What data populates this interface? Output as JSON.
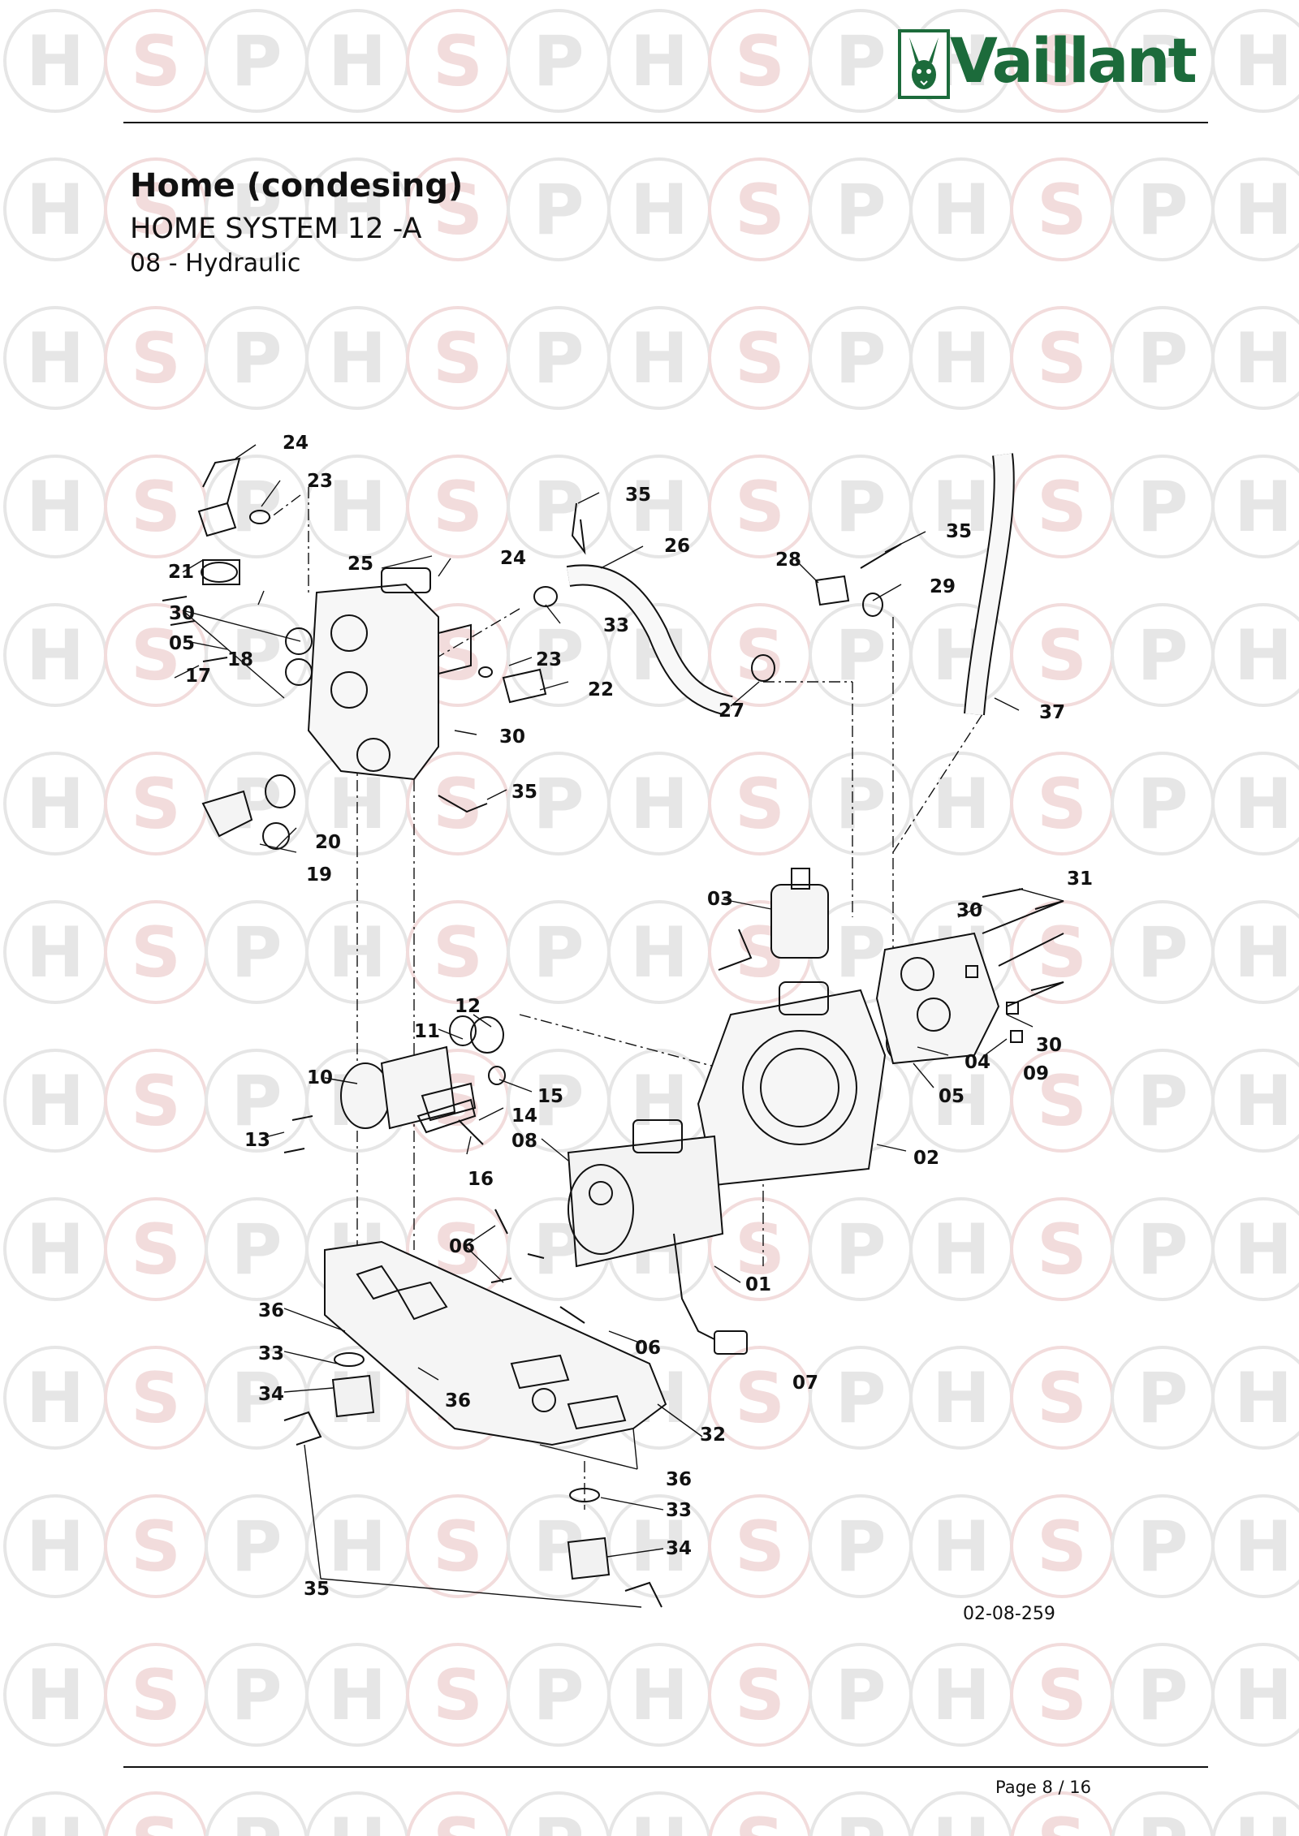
{
  "watermark": {
    "letters": [
      "H",
      "S",
      "P"
    ],
    "colors": {
      "gray": "#e6e6e6",
      "pink": "#f2dcdc"
    }
  },
  "brand": {
    "name": "Vaillant",
    "logo_icon": "hare-icon",
    "color": "#1c6b3b"
  },
  "document": {
    "title": "Home (condesing)",
    "subtitle": "HOME SYSTEM 12 -A",
    "section": "08 - Hydraulic",
    "drawing_ref": "02-08-259",
    "page": "Page 8 / 16"
  },
  "parts": [
    "24",
    "23",
    "21",
    "35",
    "26",
    "24",
    "25",
    "33",
    "28",
    "35",
    "29",
    "30",
    "05",
    "17",
    "18",
    "23",
    "22",
    "27",
    "37",
    "30",
    "35",
    "20",
    "19",
    "03",
    "30",
    "31",
    "12",
    "11",
    "10",
    "15",
    "14",
    "13",
    "08",
    "16",
    "04",
    "09",
    "05",
    "30",
    "02",
    "06",
    "01",
    "36",
    "33",
    "06",
    "07",
    "34",
    "36",
    "32",
    "36",
    "33",
    "34",
    "35"
  ]
}
